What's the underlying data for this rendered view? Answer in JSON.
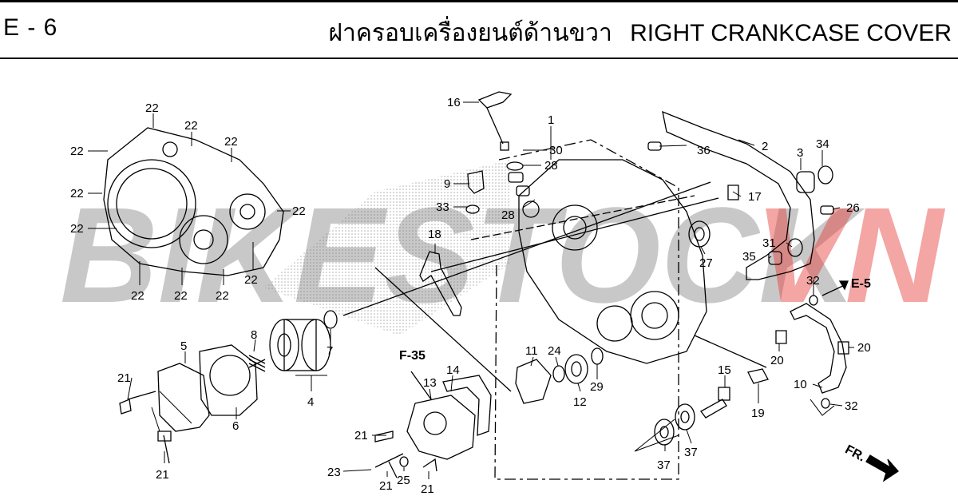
{
  "header": {
    "page_code": "E - 6",
    "title_thai": "ฝาครอบเครื่องยนต์ด้านขวา",
    "title_en": "RIGHT CRANKCASE COVER"
  },
  "watermark": {
    "left_text": "BIKESTOCK",
    "right_text": "VN",
    "left_color": "#9a9a9a",
    "right_color": "#e53935"
  },
  "references": {
    "f35": "F-35",
    "e5": "E-5",
    "front": "FR."
  },
  "callouts": {
    "n1": "1",
    "n2": "2",
    "n3": "3",
    "n4": "4",
    "n5": "5",
    "n6": "6",
    "n7": "7",
    "n8": "8",
    "n9": "9",
    "n10": "10",
    "n11": "11",
    "n12": "12",
    "n13": "13",
    "n14": "14",
    "n15": "15",
    "n16": "16",
    "n17": "17",
    "n18": "18",
    "n19": "19",
    "n20": "20",
    "n21": "21",
    "n22": "22",
    "n23": "23",
    "n24": "24",
    "n25": "25",
    "n26": "26",
    "n27": "27",
    "n28": "28",
    "n29": "29",
    "n30": "30",
    "n31": "31",
    "n32": "32",
    "n33": "33",
    "n34": "34",
    "n35": "35",
    "n36": "36",
    "n37": "37"
  }
}
